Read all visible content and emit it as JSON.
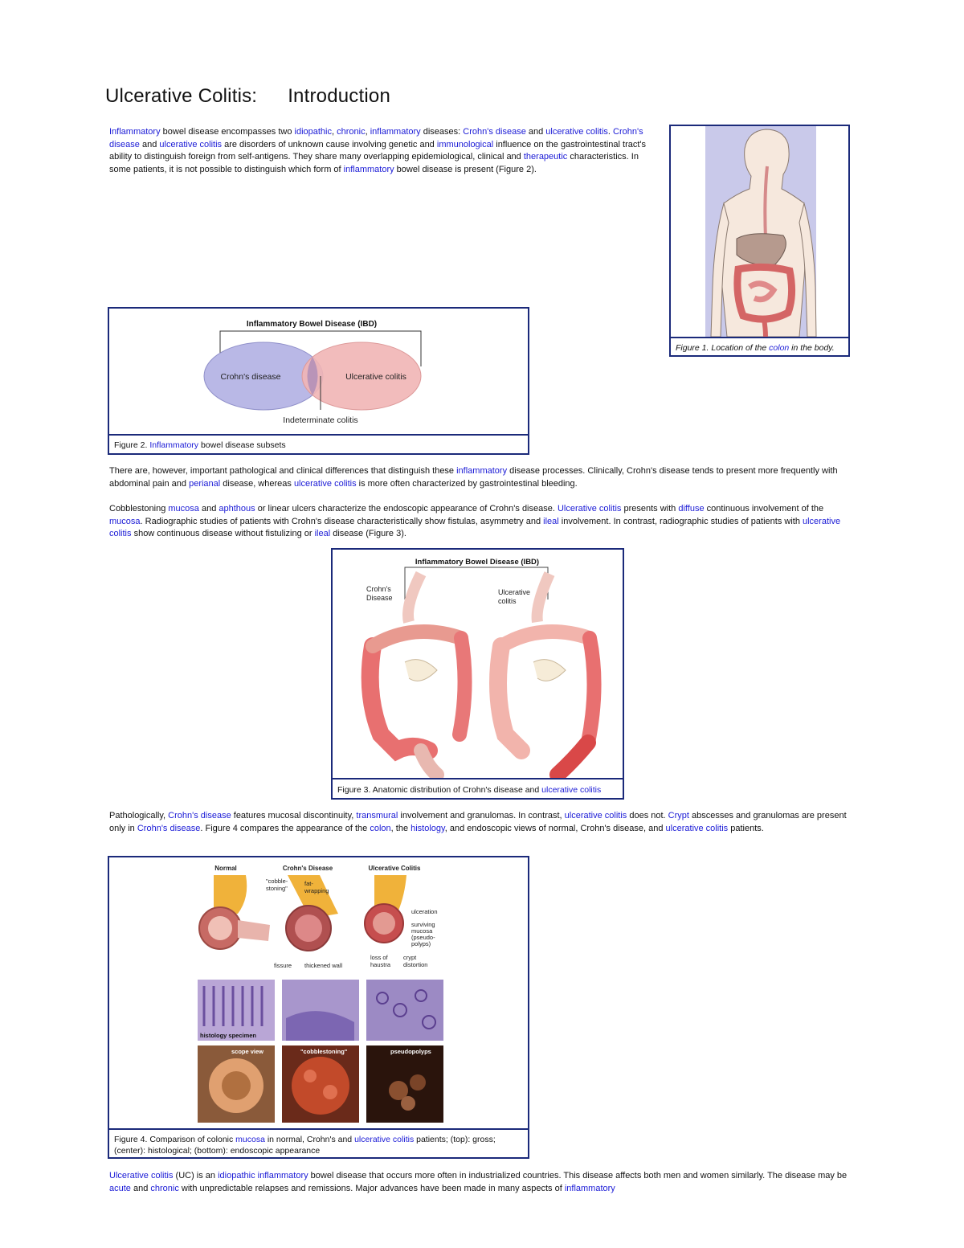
{
  "heading": {
    "part1": "Ulcerative Colitis:",
    "part2": "Introduction"
  },
  "intro": [
    {
      "t": "Inflammatory",
      "l": 1
    },
    {
      "t": " bowel disease encompasses two "
    },
    {
      "t": "idiopathic",
      "l": 1
    },
    {
      "t": ", "
    },
    {
      "t": "chronic",
      "l": 1
    },
    {
      "t": ", "
    },
    {
      "t": "inflammatory",
      "l": 1
    },
    {
      "t": " diseases: "
    },
    {
      "t": "Crohn's disease",
      "l": 1
    },
    {
      "t": " and "
    },
    {
      "t": "ulcerative colitis",
      "l": 1
    },
    {
      "t": ". "
    },
    {
      "t": "Crohn's disease",
      "l": 1
    },
    {
      "t": " and "
    },
    {
      "t": "ulcerative colitis",
      "l": 1
    },
    {
      "t": " are disorders of unknown cause involving genetic and "
    },
    {
      "t": "immunological",
      "l": 1
    },
    {
      "t": " influence on the gastrointestinal tract's ability to distinguish foreign from self-antigens. They share many overlapping epidemiological, clinical and "
    },
    {
      "t": "therapeutic",
      "l": 1
    },
    {
      "t": " characteristics. In some patients, it is not possible to distinguish which form of "
    },
    {
      "t": "inflammatory",
      "l": 1
    },
    {
      "t": " bowel disease is present (Figure 2)."
    }
  ],
  "fig1": {
    "caption": [
      {
        "t": "Figure 1. Location of the "
      },
      {
        "t": "colon",
        "l": 1
      },
      {
        "t": " in the body."
      }
    ]
  },
  "fig2": {
    "title": "Inflammatory Bowel Disease (IBD)",
    "left_label": "Crohn's disease",
    "right_label": "Ulcerative colitis",
    "bottom_label": "Indeterminate colitis",
    "caption": [
      {
        "t": "Figure 2. "
      },
      {
        "t": "Inflammatory",
        "l": 1
      },
      {
        "t": " bowel disease subsets"
      }
    ]
  },
  "para2": [
    {
      "t": "There are, however, important pathological and clinical differences that distinguish these "
    },
    {
      "t": "inflammatory",
      "l": 1
    },
    {
      "t": " disease processes. Clinically, Crohn's disease tends to present more frequently with abdominal pain and "
    },
    {
      "t": "perianal",
      "l": 1
    },
    {
      "t": " disease, whereas "
    },
    {
      "t": "ulcerative colitis",
      "l": 1
    },
    {
      "t": " is more often characterized by gastrointestinal bleeding."
    }
  ],
  "para3": [
    {
      "t": "Cobblestoning "
    },
    {
      "t": "mucosa",
      "l": 1
    },
    {
      "t": " and "
    },
    {
      "t": "aphthous",
      "l": 1
    },
    {
      "t": " or linear ulcers characterize the endoscopic appearance of Crohn's disease. "
    },
    {
      "t": "Ulcerative colitis",
      "l": 1
    },
    {
      "t": " presents with "
    },
    {
      "t": "diffuse",
      "l": 1
    },
    {
      "t": " continuous involvement of the "
    },
    {
      "t": "mucosa",
      "l": 1
    },
    {
      "t": ". Radiographic studies of patients with Crohn's disease characteristically show fistulas, asymmetry and "
    },
    {
      "t": "ileal",
      "l": 1
    },
    {
      "t": " involvement. In contrast, radiographic studies of patients with "
    },
    {
      "t": "ulcerative colitis",
      "l": 1
    },
    {
      "t": " show continuous disease without fistulizing or "
    },
    {
      "t": "ileal",
      "l": 1
    },
    {
      "t": " disease (Figure 3)."
    }
  ],
  "fig3": {
    "title": "Inflammatory Bowel Disease (IBD)",
    "left_label": [
      "Crohn's",
      "Disease"
    ],
    "right_label": [
      "Ulcerative",
      "colitis"
    ],
    "caption": [
      {
        "t": "Figure 3. Anatomic distribution of Crohn's disease and "
      },
      {
        "t": "ulcerative colitis",
        "l": 1
      }
    ]
  },
  "para4": [
    {
      "t": "Pathologically, "
    },
    {
      "t": "Crohn's disease",
      "l": 1
    },
    {
      "t": " features mucosal discontinuity, "
    },
    {
      "t": "transmural",
      "l": 1
    },
    {
      "t": " involvement and granulomas. In contrast, "
    },
    {
      "t": "ulcerative colitis",
      "l": 1
    },
    {
      "t": " does not. "
    },
    {
      "t": "Crypt",
      "l": 1
    },
    {
      "t": " abscesses and granulomas are present only in "
    },
    {
      "t": "Crohn's disease",
      "l": 1
    },
    {
      "t": ". Figure 4 compares the appearance of the "
    },
    {
      "t": "colon",
      "l": 1
    },
    {
      "t": ", the "
    },
    {
      "t": "histology",
      "l": 1
    },
    {
      "t": ", and endoscopic views of normal, Crohn's disease, and "
    },
    {
      "t": "ulcerative colitis",
      "l": 1
    },
    {
      "t": " patients."
    }
  ],
  "fig4": {
    "col_labels": [
      "Normal",
      "Crohn's Disease",
      "Ulcerative Colitis"
    ],
    "annot": {
      "cobble": [
        "\"cobble-",
        "stoning\""
      ],
      "fat": [
        "fat-",
        "wrapping"
      ],
      "ulceration": "ulceration",
      "surviving": [
        "surviving",
        "mucosa",
        "(pseudo-",
        "polyps)"
      ],
      "fissure": "fissure",
      "thickened": "thickened wall",
      "haustra": [
        "loss of",
        "haustra"
      ],
      "crypt": [
        "crypt",
        "distortion"
      ]
    },
    "histology_label": "histology specimen",
    "endo_labels": [
      "scope view",
      "\"cobblestoning\"",
      "pseudopolyps"
    ],
    "caption": [
      {
        "t": "Figure 4. Comparison of colonic "
      },
      {
        "t": "mucosa",
        "l": 1
      },
      {
        "t": " in normal, Crohn's and "
      },
      {
        "t": "ulcerative colitis",
        "l": 1
      },
      {
        "t": " patients; (top): gross; (center): histological; (bottom): endoscopic appearance"
      }
    ]
  },
  "para5": [
    {
      "t": "Ulcerative colitis",
      "l": 1
    },
    {
      "t": " (UC) is an "
    },
    {
      "t": "idiopathic",
      "l": 1
    },
    {
      "t": " "
    },
    {
      "t": "inflammatory",
      "l": 1
    },
    {
      "t": " bowel disease that occurs more often in industrialized countries. This disease affects both men and women similarly. The disease may be "
    },
    {
      "t": "acute",
      "l": 1
    },
    {
      "t": " and "
    },
    {
      "t": "chronic",
      "l": 1
    },
    {
      "t": " with unpredictable relapses and remissions. Major advances have been made in many aspects of "
    },
    {
      "t": "inflammatory",
      "l": 1
    }
  ],
  "colors": {
    "link": "#1a1ad6",
    "border": "#1b2a7a",
    "crohn_circle": "#b9b8e6",
    "uc_circle": "#f1b5b5"
  }
}
